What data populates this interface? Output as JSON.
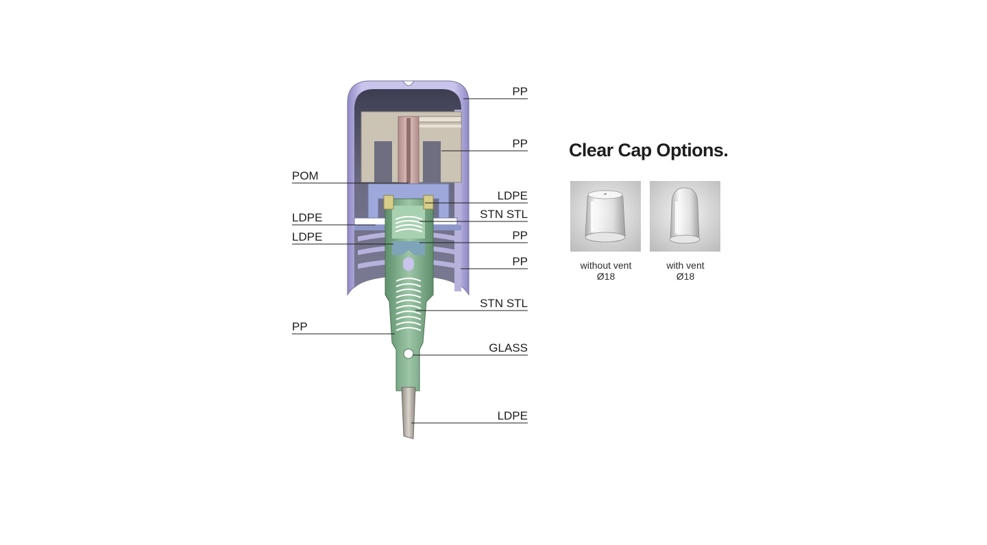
{
  "diagram": {
    "callouts": {
      "right": [
        "PP",
        "PP",
        "LDPE",
        "STN STL",
        "PP",
        "PP",
        "STN STL",
        "GLASS",
        "LDPE"
      ],
      "left": [
        "POM",
        "LDPE",
        "LDPE",
        "PP"
      ]
    },
    "colors": {
      "overcap": "#b7b2dc",
      "overcap_interior": "#5a5a72",
      "actuator": "#c9c1b2",
      "stem": "#c9a7a4",
      "pump_body": "#7fae8a",
      "collar": "#9aa5d6",
      "spring": "#ffffff",
      "dip_tube": "#a9a39c"
    },
    "icons": [
      "spring-icon",
      "glass-ball-icon"
    ]
  },
  "cap_options": {
    "title": "Clear Cap Options.",
    "items": [
      {
        "caption": "without vent",
        "size": "Ø18",
        "icon": "clear-cap-without-vent-icon"
      },
      {
        "caption": "with vent",
        "size": "Ø18",
        "icon": "clear-cap-with-vent-icon"
      }
    ]
  }
}
